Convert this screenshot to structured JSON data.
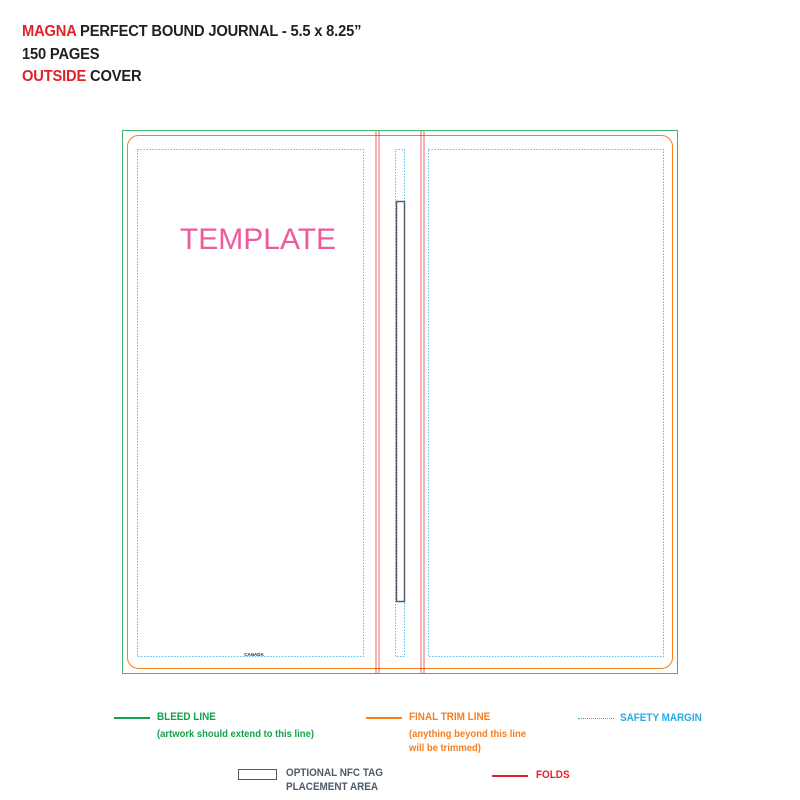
{
  "header": {
    "brand": "MAGNA",
    "title_rest": "PERFECT BOUND JOURNAL - 5.5 x 8.25”",
    "pages": "150 PAGES",
    "side_highlight": "OUTSIDE",
    "side_rest": "COVER"
  },
  "template": {
    "watermark": "TEMPLATE",
    "origin_mark": "CANADA"
  },
  "legend": {
    "bleed": {
      "label": "BLEED LINE",
      "note": "(artwork should extend to this line)",
      "color": "#13a24b"
    },
    "trim": {
      "label": "FINAL TRIM LINE",
      "note_line1": "(anything beyond this line",
      "note_line2": "will be trimmed)",
      "color": "#f57e20"
    },
    "safety": {
      "label": "SAFETY MARGIN",
      "color": "#29abe2"
    },
    "nfc": {
      "label_line1": "OPTIONAL NFC TAG",
      "label_line2": "PLACEMENT AREA",
      "color": "#4d5a66"
    },
    "folds": {
      "label": "FOLDS",
      "color": "#e2222b"
    }
  },
  "colors": {
    "watermark": "#ee5a9c",
    "text_dark": "#231f20"
  }
}
